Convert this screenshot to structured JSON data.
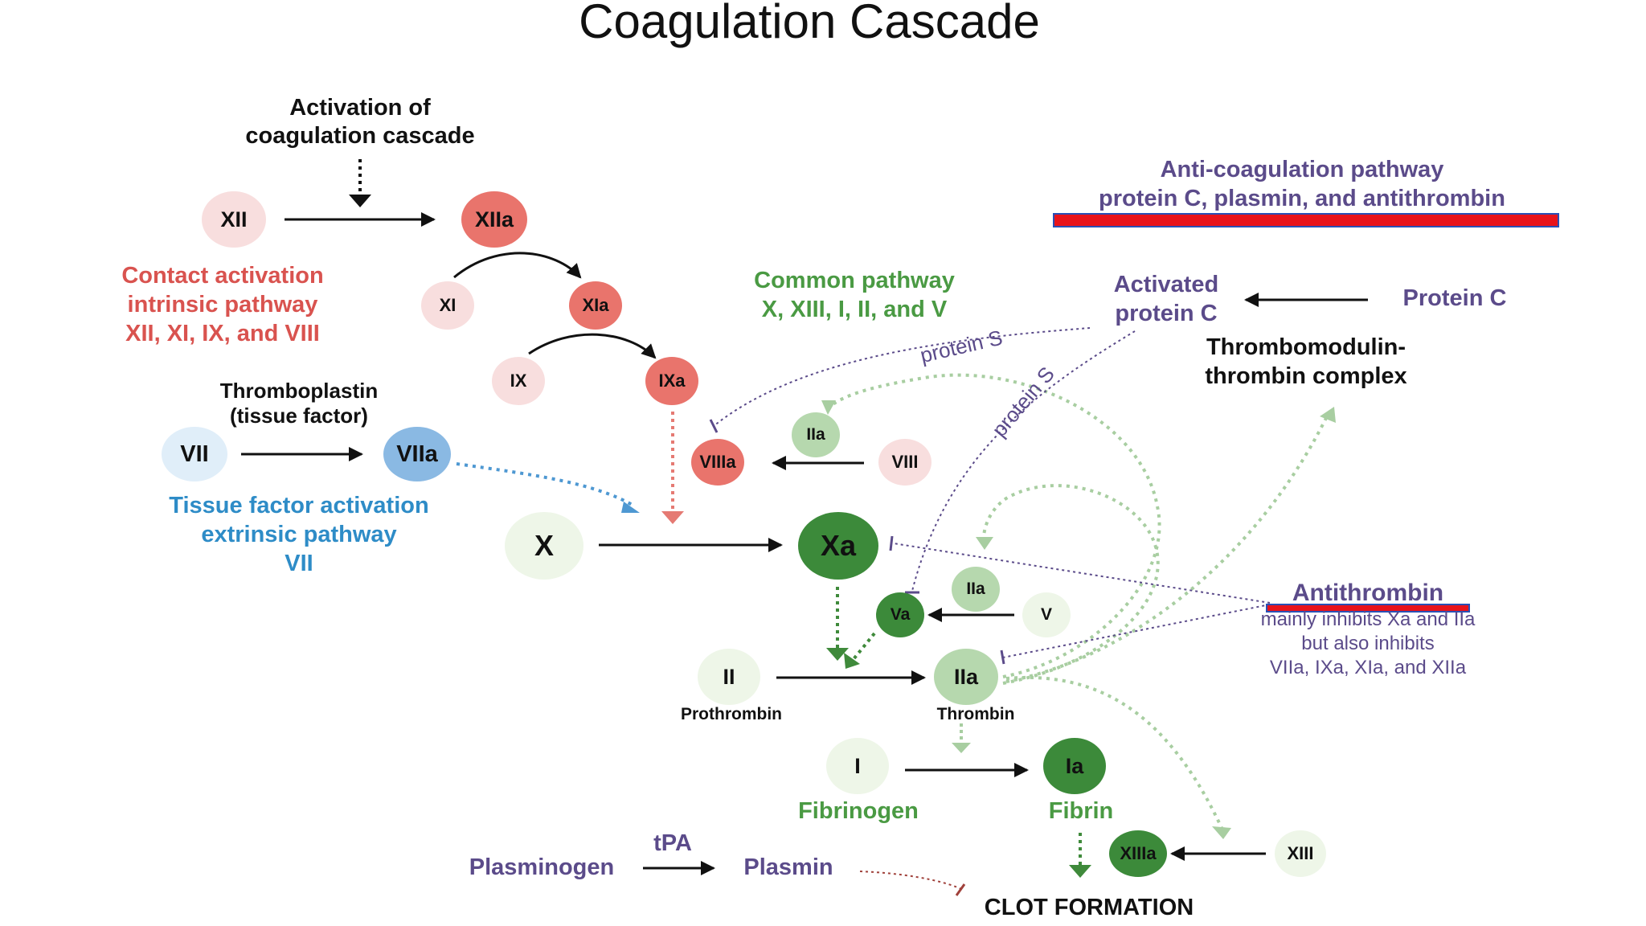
{
  "title": "Coagulation Cascade",
  "activation": {
    "line1": "Activation of",
    "line2": "coagulation cascade"
  },
  "intrinsic": {
    "line1": "Contact activation",
    "line2": "intrinsic pathway",
    "line3": "XII, XI, IX, and VIII"
  },
  "thromboplastin": {
    "line1": "Thromboplastin",
    "line2": "(tissue factor)"
  },
  "extrinsic": {
    "line1": "Tissue factor activation",
    "line2": "extrinsic pathway",
    "line3": "VII"
  },
  "common": {
    "line1": "Common pathway",
    "line2": "X, XIII, I, II, and V"
  },
  "anticoag": {
    "line1": "Anti-coagulation pathway",
    "line2": "protein C, plasmin, and antithrombin"
  },
  "activated_protein_c": {
    "line1": "Activated",
    "line2": "protein C"
  },
  "protein_c": "Protein C",
  "thrombomodulin": {
    "line1": "Thrombomodulin-",
    "line2": "thrombin complex"
  },
  "protein_s_1": "protein S",
  "protein_s_2": "protein S",
  "antithrombin": {
    "title": "Antithrombin",
    "line1": "mainly inhibits Xa and IIa",
    "line2": "but also inhibits",
    "line3": "VIIa, IXa, XIa, and XIIa"
  },
  "factors": {
    "XII": "XII",
    "XIIa": "XIIa",
    "XI": "XI",
    "XIa": "XIa",
    "IX": "IX",
    "IXa": "IXa",
    "VII": "VII",
    "VIIa": "VIIa",
    "X": "X",
    "Xa": "Xa",
    "VIII": "VIII",
    "VIIIa": "VIIIa",
    "IIa_small_1": "IIa",
    "IIa_small_2": "IIa",
    "V": "V",
    "Va": "Va",
    "II": "II",
    "IIa": "IIa",
    "I": "I",
    "Ia": "Ia",
    "XIII": "XIII",
    "XIIIa": "XIIIa"
  },
  "labels": {
    "prothrombin": "Prothrombin",
    "thrombin": "Thrombin",
    "fibrinogen": "Fibrinogen",
    "fibrin": "Fibrin",
    "plasminogen": "Plasminogen",
    "tpa": "tPA",
    "plasmin": "Plasmin",
    "clot": "CLOT FORMATION"
  },
  "colors": {
    "intrinsic_red": "#d9534f",
    "extrinsic_blue": "#2e8cc7",
    "common_green": "#4a9a43",
    "anticoag_purple": "#5b4b8a",
    "underline_red": "#e8131b",
    "underline_blue": "#2a4fb5"
  }
}
